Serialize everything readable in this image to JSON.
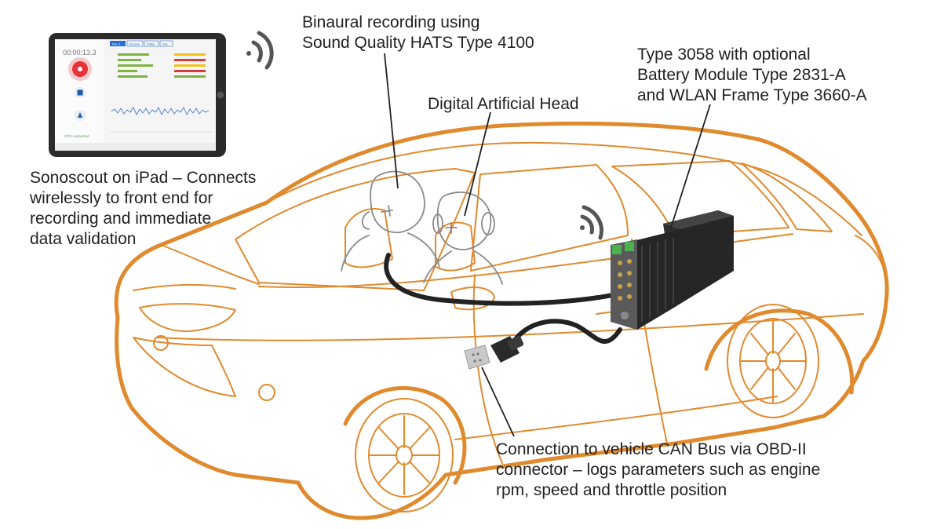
{
  "labels": {
    "ipad": [
      "Sonoscout on iPad – Connects",
      "wirelessly to front end for",
      "recording and immediate",
      "data validation"
    ],
    "binaural": [
      "Binaural recording using",
      "Sound Quality HATS Type 4100"
    ],
    "head": [
      "Digital Artificial Head"
    ],
    "frontend": [
      "Type 3058 with optional",
      "Battery Module Type 2831-A",
      "and WLAN Frame Type 3660-A"
    ],
    "can": [
      "Connection to vehicle CAN Bus via OBD-II",
      "connector – logs parameters such as engine",
      "rpm, speed and throttle position"
    ]
  },
  "ipad_screen": {
    "timer": "00:00:13.3",
    "status": "GPS connected",
    "tabs": [
      "Rec 1",
      "Session",
      "Paths",
      "Info"
    ]
  },
  "icons": [
    "wifi-icon",
    "record-icon",
    "stop-icon",
    "marker-icon"
  ],
  "colors": {
    "car_outline": "#e08a2e",
    "record": "#e8333a",
    "stop": "#1d5aa8",
    "bar_green": "#7cb342",
    "bar_red": "#d63a3a",
    "bar_yellow": "#f3c21b",
    "device": "#2b2b2b",
    "module_green": "#4caf50"
  }
}
